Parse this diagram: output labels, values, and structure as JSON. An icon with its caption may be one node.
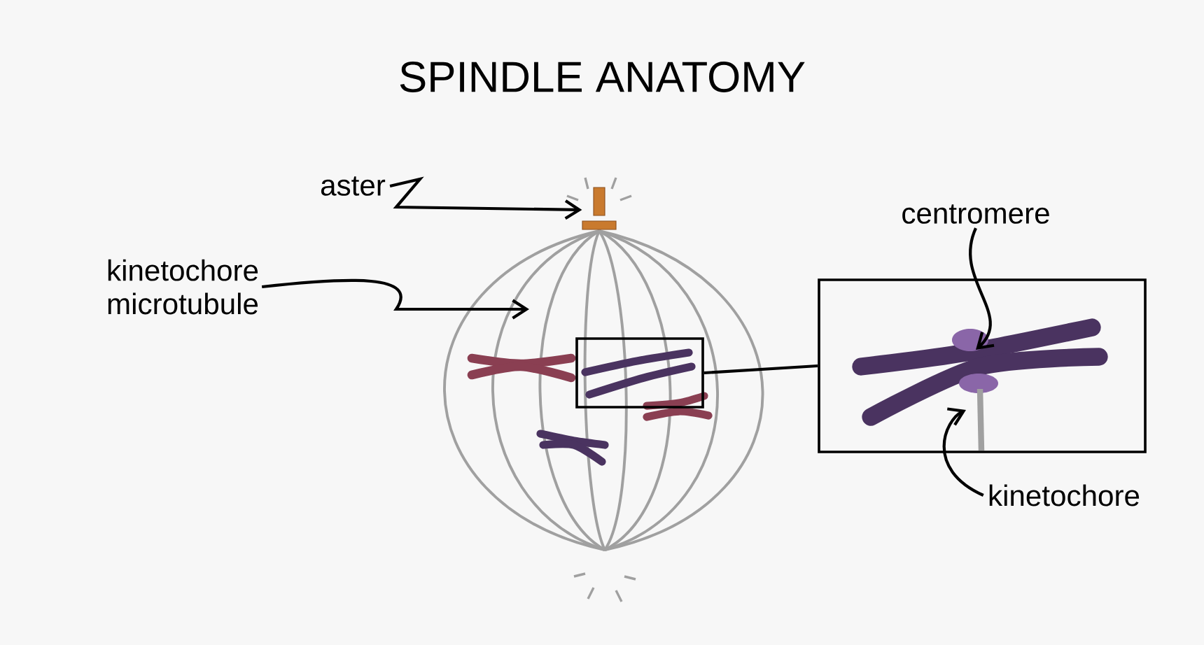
{
  "diagram": {
    "title": "SPINDLE ANATOMY",
    "nodes": [
      {
        "text": [
          "aster"
        ]
      },
      {
        "text": [],
        "shape": "picture"
      },
      {
        "text": [
          "kinetochore microtubule"
        ]
      },
      {
        "text": [],
        "shape": "box"
      },
      {
        "text": [],
        "shape": "box"
      },
      {
        "text": [
          "centromere"
        ]
      },
      {
        "text": [
          "kinetochore"
        ]
      }
    ],
    "edges": [
      {
        "from": 0,
        "to": 1,
        "arrow": "to"
      },
      {
        "from": 2,
        "to": null,
        "arrow": "to"
      },
      {
        "from": 3,
        "to": 4,
        "arrow": "none"
      },
      {
        "from": 5,
        "to": 4,
        "arrow": "to"
      },
      {
        "from": 6,
        "to": 4,
        "arrow": "to"
      }
    ]
  }
}
